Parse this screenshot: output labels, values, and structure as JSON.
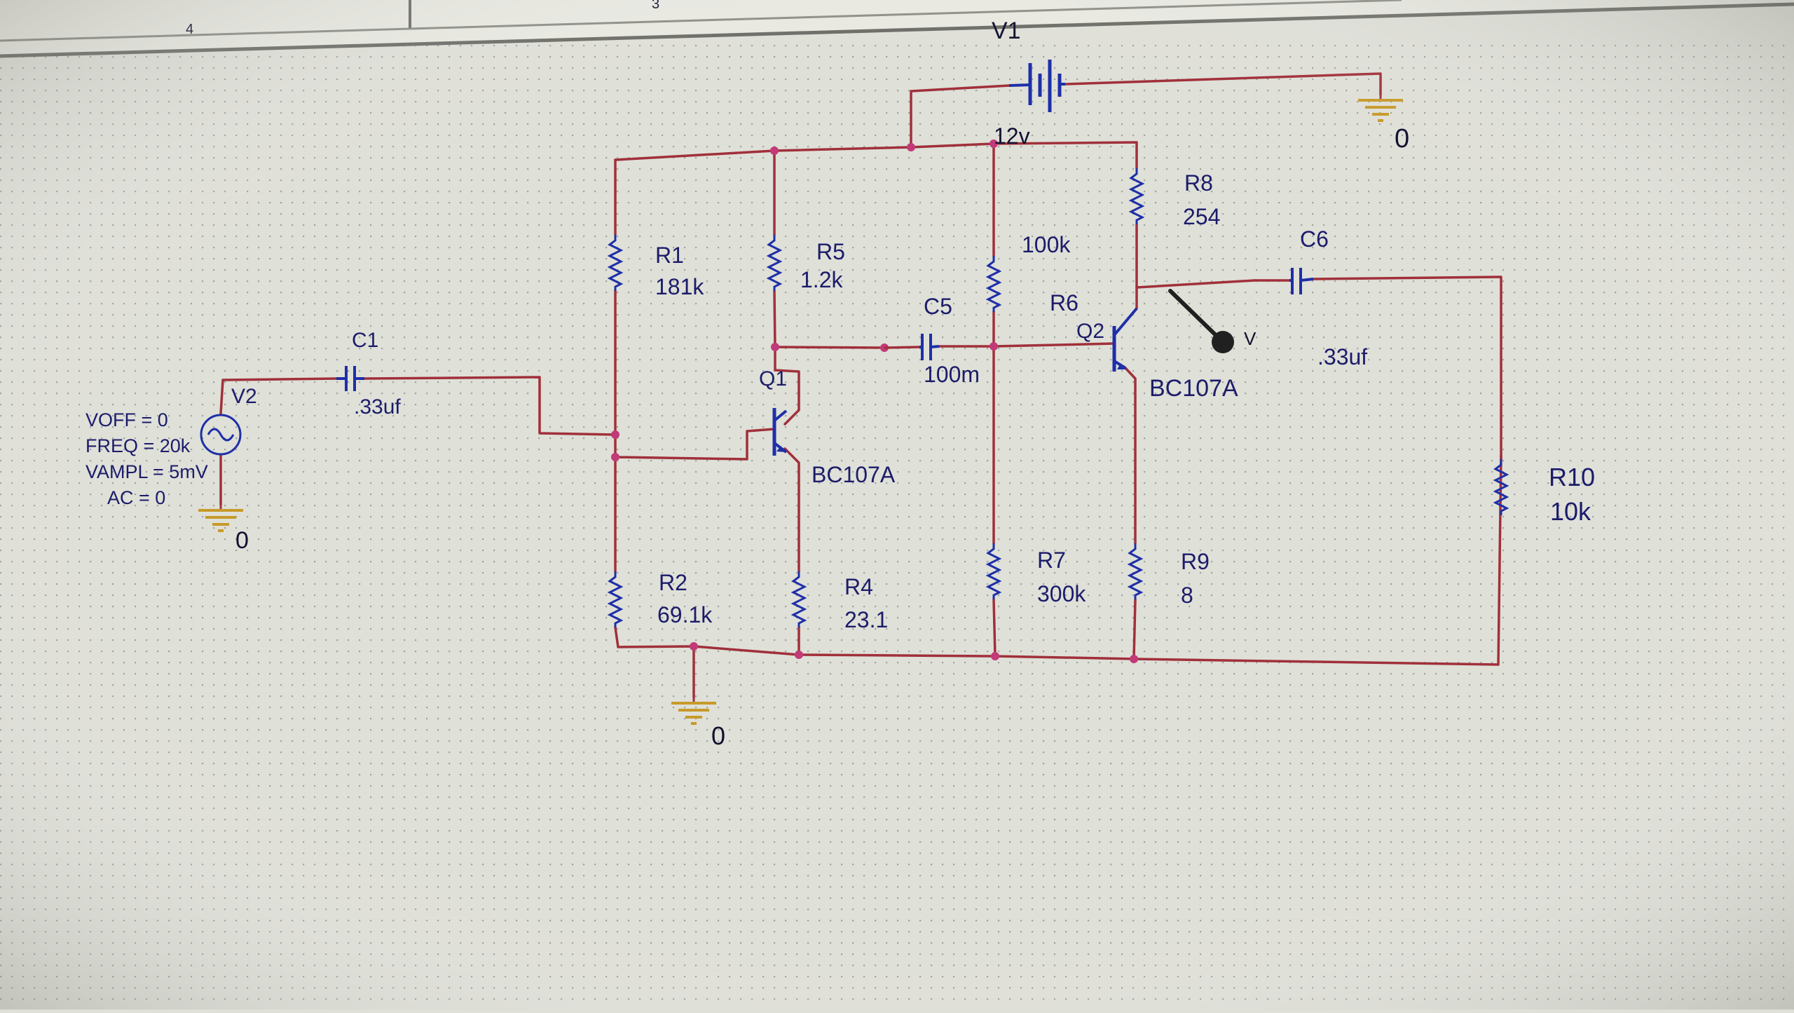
{
  "header": {
    "col_a": "4",
    "col_b": "3"
  },
  "colors": {
    "wire": "#a0303a",
    "part": "#1e2fa8",
    "ground": "#c79a2a",
    "text": "#1c1c6a",
    "probe": "#202020",
    "background": "#dfe0d8"
  },
  "components": {
    "v1": {
      "name": "V1",
      "value": "12v"
    },
    "v2": {
      "name": "V2",
      "params": [
        "VOFF = 0",
        "FREQ = 20k",
        "VAMPL = 5mV",
        "AC = 0"
      ]
    },
    "c1": {
      "name": "C1",
      "value": ".33uf"
    },
    "c5": {
      "name": "C5",
      "value": "100m"
    },
    "c6": {
      "name": "C6",
      "value": ".33uf"
    },
    "r1": {
      "name": "R1",
      "value": "181k"
    },
    "r2": {
      "name": "R2",
      "value": "69.1k"
    },
    "r4": {
      "name": "R4",
      "value": "23.1"
    },
    "r5": {
      "name": "R5",
      "value": "1.2k"
    },
    "r6": {
      "name": "R6",
      "value": "100k"
    },
    "r7": {
      "name": "R7",
      "value": "300k"
    },
    "r8": {
      "name": "R8",
      "value": "254"
    },
    "r9": {
      "name": "R9",
      "value": "8"
    },
    "r10": {
      "name": "R10",
      "value": "10k"
    },
    "q1": {
      "name": "Q1",
      "model": "BC107A"
    },
    "q2": {
      "name": "Q2",
      "model": "BC107A"
    }
  },
  "grounds": {
    "label": "0"
  },
  "probe": {
    "label": "V"
  }
}
